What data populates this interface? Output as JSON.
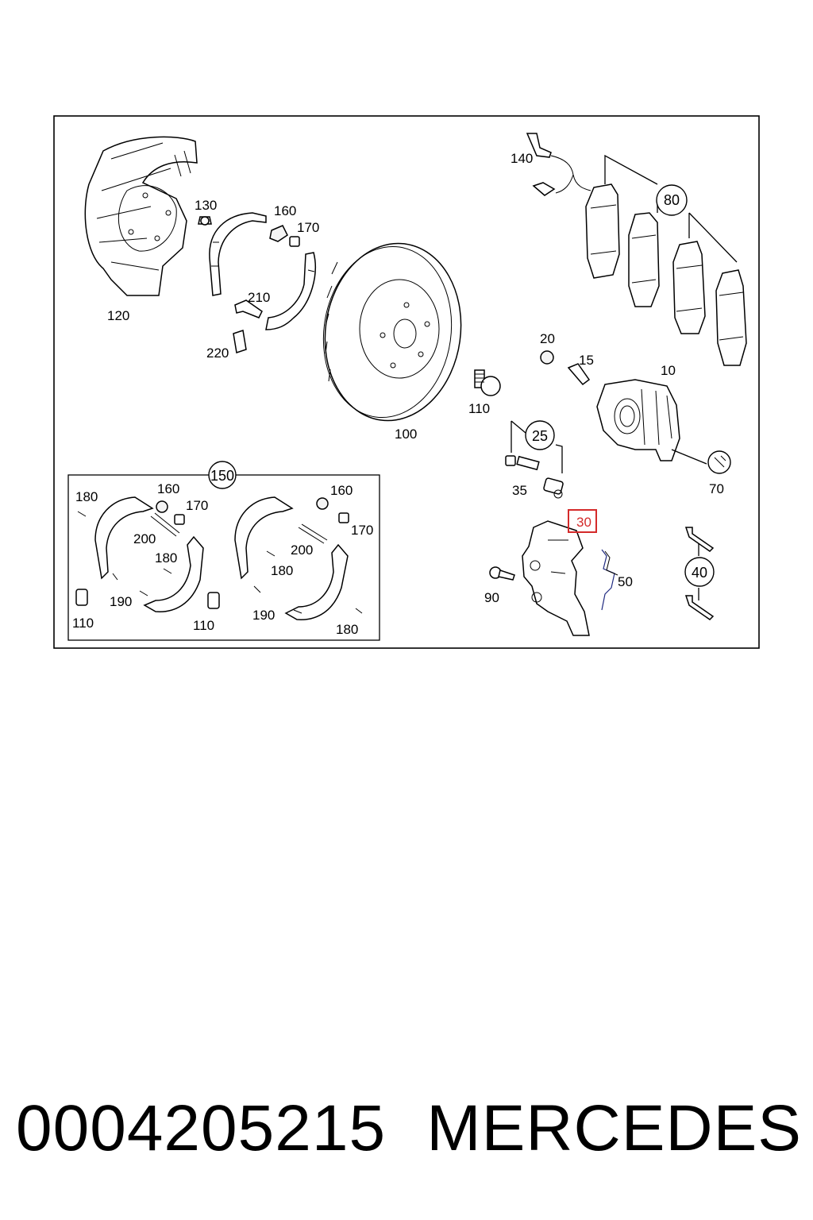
{
  "diagram": {
    "callouts": {
      "c10": "10",
      "c15": "15",
      "c20": "20",
      "c25": "25",
      "c30": "30",
      "c35": "35",
      "c40": "40",
      "c50": "50",
      "c70": "70",
      "c80": "80",
      "c90": "90",
      "c100": "100",
      "c110a": "110",
      "c120": "120",
      "c130": "130",
      "c140": "140",
      "c150": "150",
      "c160a": "160",
      "c170a": "170",
      "c210": "210",
      "c220": "220",
      "k180a": "180",
      "k160b": "160",
      "k170b": "170",
      "k200a": "200",
      "k180b": "180",
      "k190a": "190",
      "k110b": "110",
      "k110c": "110",
      "k160c": "160",
      "k170c": "170",
      "k200b": "200",
      "k180c": "180",
      "k190b": "190",
      "k180d": "180"
    },
    "highlighted_callout": "30",
    "highlight_color": "#d42a2a"
  },
  "caption": {
    "part_number": "0004205215",
    "brand": "MERCEDES"
  }
}
